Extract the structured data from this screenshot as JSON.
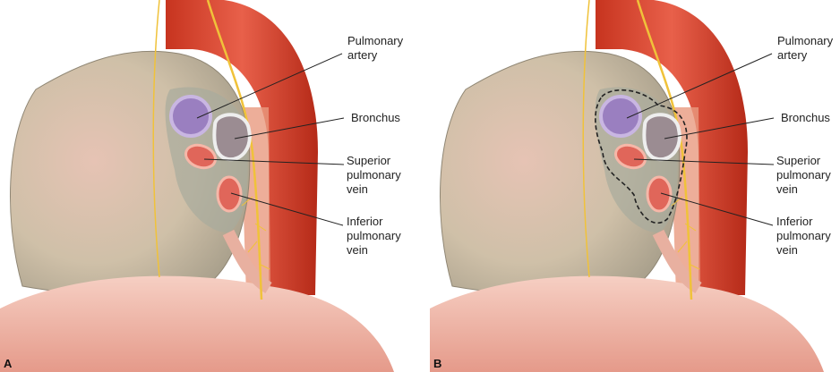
{
  "panels": [
    {
      "letter": "A",
      "outlined": false
    },
    {
      "letter": "B",
      "outlined": true
    }
  ],
  "labels": {
    "pulmonary_artery": [
      "Pulmonary",
      "artery"
    ],
    "bronchus": [
      "Bronchus"
    ],
    "superior_vein": [
      "Superior",
      "pulmonary",
      "vein"
    ],
    "inferior_vein": [
      "Inferior",
      "pulmonary",
      "vein"
    ]
  },
  "colors": {
    "aorta": "#d9432f",
    "lung": "#c9bfa9",
    "artery": "#9a7fc0",
    "vein": "#e0665a",
    "nerve": "#f0c23a",
    "diaphragm": "#f0b7a8"
  }
}
